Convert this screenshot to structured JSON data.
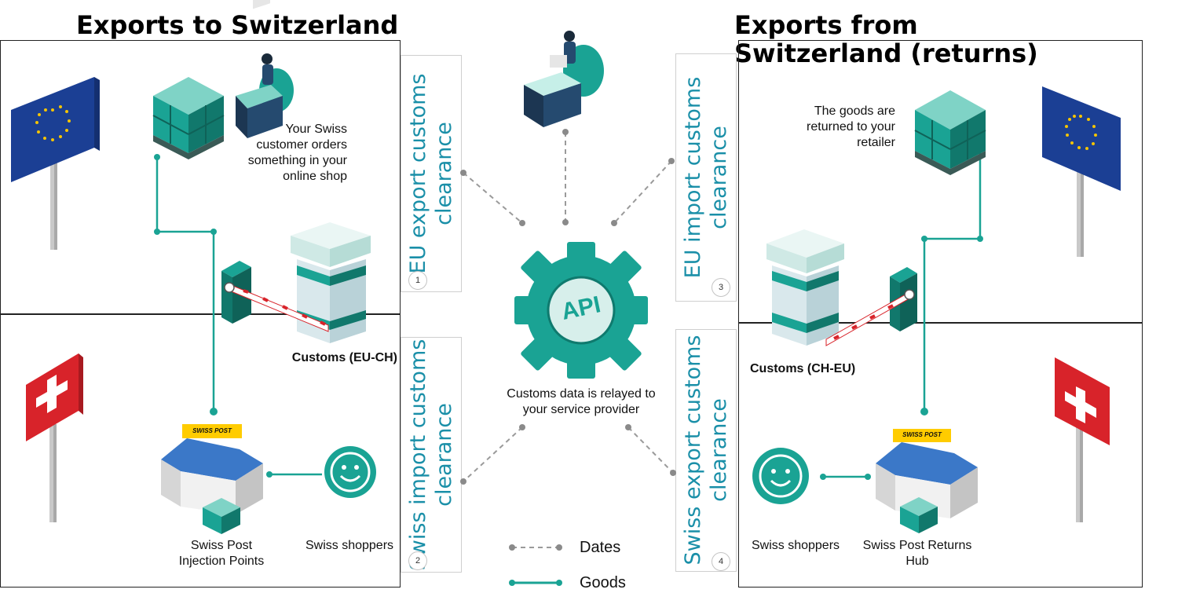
{
  "left": {
    "title": "Exports to Switzerland",
    "customer_text": "Your Swiss customer orders something in your online shop",
    "customs_label": "Customs (EU-CH)",
    "injection_label": "Swiss Post Injection Points",
    "shoppers_label": "Swiss shoppers"
  },
  "right": {
    "title": "Exports from Switzerland (returns)",
    "goods_text": "The goods are returned to your retailer",
    "customs_label": "Customs (CH-EU)",
    "shoppers_label": "Swiss shoppers",
    "hub_label": "Swiss Post Returns Hub"
  },
  "steps": [
    {
      "number": "1",
      "text": "EU export customs clearance"
    },
    {
      "number": "2",
      "text": "Swiss import customs clearance"
    },
    {
      "number": "3",
      "text": "EU import customs clearance"
    },
    {
      "number": "4",
      "text": "Swiss export customs clearance"
    }
  ],
  "center": {
    "api_label": "API",
    "relay_text": "Customs data is relayed to your service provider"
  },
  "legend": {
    "dates_label": "Dates",
    "goods_label": "Goods"
  },
  "brand": {
    "swiss_post": "SWISS POST"
  },
  "colors": {
    "teal": "#1aa394",
    "teal_dark": "#0f7a6e",
    "step_text": "#1a8fa8",
    "eu_blue": "#1b3f94",
    "eu_star": "#f5c400",
    "swiss_red": "#d8232a",
    "post_yellow": "#ffcc00"
  }
}
